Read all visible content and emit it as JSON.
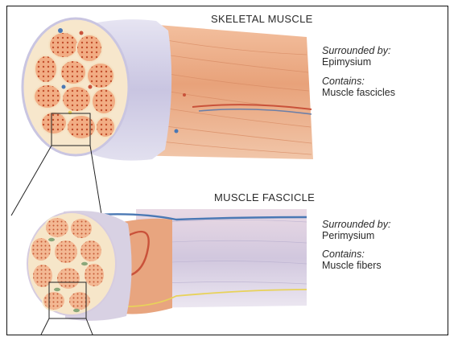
{
  "muscle": {
    "title": "SKELETAL MUSCLE",
    "surrounded_label": "Surrounded by:",
    "surrounded_value": "Epimysium",
    "contains_label": "Contains:",
    "contains_value": "Muscle fascicles"
  },
  "fascicle": {
    "title": "MUSCLE FASCICLE",
    "surrounded_label": "Surrounded by:",
    "surrounded_value": "Perimysium",
    "contains_label": "Contains:",
    "contains_value": "Muscle fibers"
  },
  "colors": {
    "muscle_body": "#e8a27a",
    "muscle_dark": "#d58660",
    "epimysium": "#ccc8e4",
    "fascicle_tile": "#efa57e",
    "fiber_dot": "#c24e2c",
    "nerve": "#e8d25a",
    "artery": "#c9523a",
    "vein": "#4a78b4"
  }
}
